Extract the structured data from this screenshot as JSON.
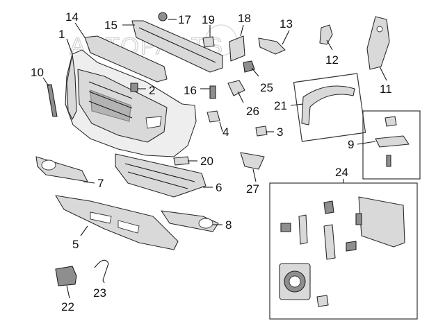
{
  "watermark": "AUTOPARTS",
  "callouts": {
    "c1": "1",
    "c2": "2",
    "c3": "3",
    "c4": "4",
    "c5": "5",
    "c6": "6",
    "c7": "7",
    "c8": "8",
    "c9": "9",
    "c10": "10",
    "c11": "11",
    "c12": "12",
    "c13": "13",
    "c14": "14",
    "c15": "15",
    "c16": "16",
    "c17": "17",
    "c18": "18",
    "c19": "19",
    "c20": "20",
    "c21": "21",
    "c22": "22",
    "c23": "23",
    "c24": "24",
    "c25": "25",
    "c26": "26",
    "c27": "27"
  }
}
